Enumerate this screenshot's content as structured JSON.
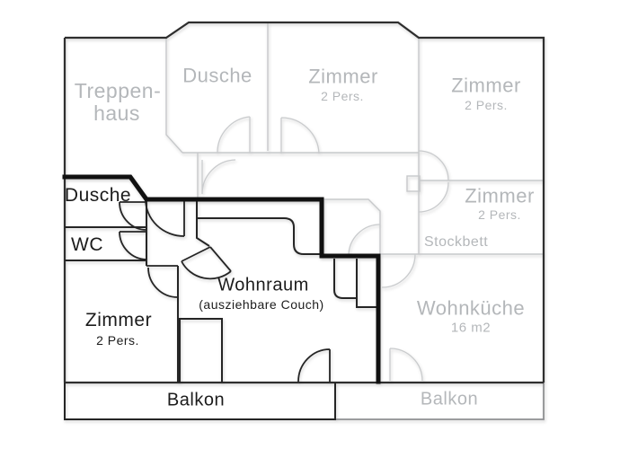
{
  "plan": {
    "title": "apartment floor plan",
    "colors": {
      "highlight_line": "#111111",
      "apartment_line": "#2a2a2a",
      "muted_line": "#c7c9cb",
      "muted_text": "#b4b7ba",
      "black_text": "#1c1c1c",
      "background": "#ffffff"
    },
    "apartment": {
      "dusche": {
        "label": "Dusche"
      },
      "wc": {
        "label": "WC"
      },
      "zimmer": {
        "label": "Zimmer",
        "sub": "2 Pers."
      },
      "wohnraum": {
        "label": "Wohnraum",
        "sub": "(ausziehbare Couch)"
      },
      "balkon": {
        "label": "Balkon"
      }
    },
    "background_rooms": {
      "treppenhaus": {
        "line1": "Treppen-",
        "line2": "haus"
      },
      "dusche_top": {
        "label": "Dusche"
      },
      "zimmer_top": {
        "label": "Zimmer",
        "sub": "2 Pers."
      },
      "zimmer_right": {
        "label": "Zimmer",
        "sub": "2 Pers."
      },
      "zimmer_mid": {
        "label": "Zimmer",
        "sub": "2 Pers.",
        "note": "Stockbett"
      },
      "wohnkueche": {
        "label": "Wohnküche",
        "sub": "16 m2"
      },
      "balkon_right": {
        "label": "Balkon"
      }
    }
  }
}
